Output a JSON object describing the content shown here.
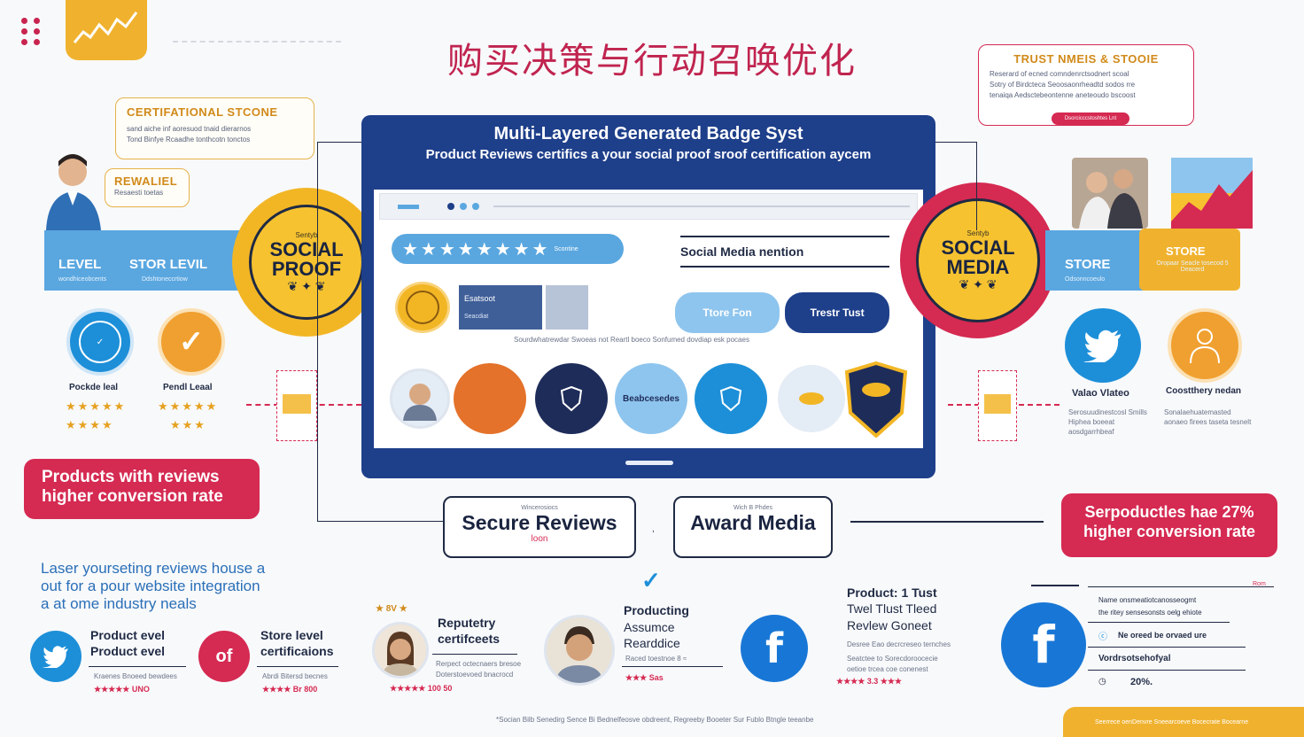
{
  "title": "购买决策与行动召唤优化",
  "top_left_callout": {
    "heading": "CERTIFATIONAL STCONE",
    "line1": "sand aiche inf aoresuod tnaid dierarnos",
    "line2": "Tond Binfye Rcaadhe tonthcotn tonctos"
  },
  "rewaliel": {
    "heading": "REWALIEL",
    "sub": "Resaesti toetas"
  },
  "left_banner": {
    "label1": "LEVEL",
    "label2": "STOR LEVIL",
    "sub1": "wondhiceobcents",
    "sub2": "Ddshtoneccrtiow"
  },
  "seal_left": {
    "line1": "SOCIAL",
    "line2": "PROOF",
    "small": "Sentyb"
  },
  "left_badges": [
    {
      "label": "Pockde leal",
      "stars": "★★★★★",
      "stars2": "★★★★"
    },
    {
      "label": "Pendl Leaal",
      "stars": "★★★★★",
      "stars2": "★★★"
    }
  ],
  "left_box": {
    "line1": "Products with reviews",
    "line2": "higher conversion rate"
  },
  "screen": {
    "title": "Multi-Layered Generated Badge Syst",
    "subtitle": "Product Reviews certifics a your social proof sroof certification aycem",
    "rating": "★★★★★★★★",
    "rating_tag": "Scontine",
    "social_mention": "Social Media nention",
    "card_title": "Esatsoot",
    "card_sub": "Seacdiat",
    "pill1": "Ttore Fon",
    "pill2": "Trestr Tust",
    "caption": "Sourdwhatrewdar Swoeas not Reartl boeco Sonfumed dovdiap esk pocaes",
    "badge_texts": [
      "",
      "",
      "",
      "Beabcesedes",
      "",
      "",
      ""
    ]
  },
  "right_callout": {
    "heading": "TRUST NMEIS & STOOIE",
    "line1": "Reserard of ecned comndenrctsodnert scoal",
    "line2": "Sotry of Birdcteca Seoosaonrheadtd sodos rre",
    "line3": "tenaiqa Aedsctebeontenne aneteoudo bscoost",
    "button": "Dsorcicccstoshtes Lnt"
  },
  "seal_right": {
    "line1": "SOCIAL",
    "line2": "MEDIA",
    "small": "Sentyb"
  },
  "right_banner": {
    "label": "STORE",
    "sub": "Odsonncoeulo",
    "orange_label": "STORE",
    "orange_sub": "Oropaar Seacle tosecod 5 Deacerd"
  },
  "right_badges": [
    {
      "label": "Valao Vlateo",
      "desc": "Serosuudinestcosl Smills Hiphea boeeat aosdgarrhbeaf"
    },
    {
      "label": "Coostthery nedan",
      "desc": "Sonalaehuatemasted aonaeo firees taseta tesnelt"
    }
  ],
  "right_box": {
    "line1": "Serpoductles hae 27%",
    "line2": "higher conversion rate"
  },
  "card_secure": {
    "cap": "Wincerosiocs",
    "title": "Secure Reviews",
    "sub": "loon"
  },
  "card_award": {
    "cap": "Wich B Phdes",
    "title": "Award Media"
  },
  "card_sep": ",",
  "blue_text": [
    "Laser yourseting reviews house a",
    "out for a pour website integration",
    "a at ome industry neals"
  ],
  "bottom_left_1": {
    "line1": "Product evel",
    "line2": "Product evel",
    "meta": "Kraenes Bnoeed bewdees",
    "stars": "★★★★★ UNO"
  },
  "bottom_left_2": {
    "badge": "of",
    "line1": "Store level",
    "line2": "certificaions",
    "meta": "Abrdi Bitersd becnes",
    "stars": "★★★★ Br 800"
  },
  "person1": {
    "stat": "★ 8V ★",
    "line1": "Reputetry",
    "line2": "certifceets",
    "meta1": "Rerpect octecnaers bresoe",
    "meta2": "Doterstoevoed bnacrocd",
    "stars": "★★★★★ 100 50"
  },
  "person2": {
    "line1": "Producting",
    "line2": "Assumce",
    "line3": "Rearddice",
    "meta": "Raced toestnoe 8 ≈",
    "stars": "★★★ Sas"
  },
  "fb_right_text": {
    "line1": "Product: 1 Tust",
    "line2": "Twel Tlust Tleed",
    "line3": "Revlew Goneet",
    "meta1": "Desree Eao decrcreseo ternches",
    "meta2": "Seatctee to Sorecdoroocecie",
    "meta3": "oetioe trcea coe conenest",
    "stars": "★★★★ 3.3 ★★★"
  },
  "right_list": {
    "tag": "Rom",
    "line1": "Name onsmeatiotcanosseogmt",
    "line2": "the ritey sensesonsts oelg ehiote",
    "item1": "Ne oreed be orvaed ure",
    "item2": "Vordrsotsehofyal",
    "item3": "20%."
  },
  "footer_note": "*Socian Bilb Senedirg Sence Bi Bednelfeosve obdreent, Regreeby Booeter Sur Fublo Btngle teeanbe",
  "footer_right": "Seerrece oenDenvre Sneearcoeve Bocecrate Bocearne",
  "colors": {
    "crimson": "#d52a52",
    "navy": "#1e3f8a",
    "sky": "#5aa7e0",
    "gold": "#f0b22e"
  }
}
